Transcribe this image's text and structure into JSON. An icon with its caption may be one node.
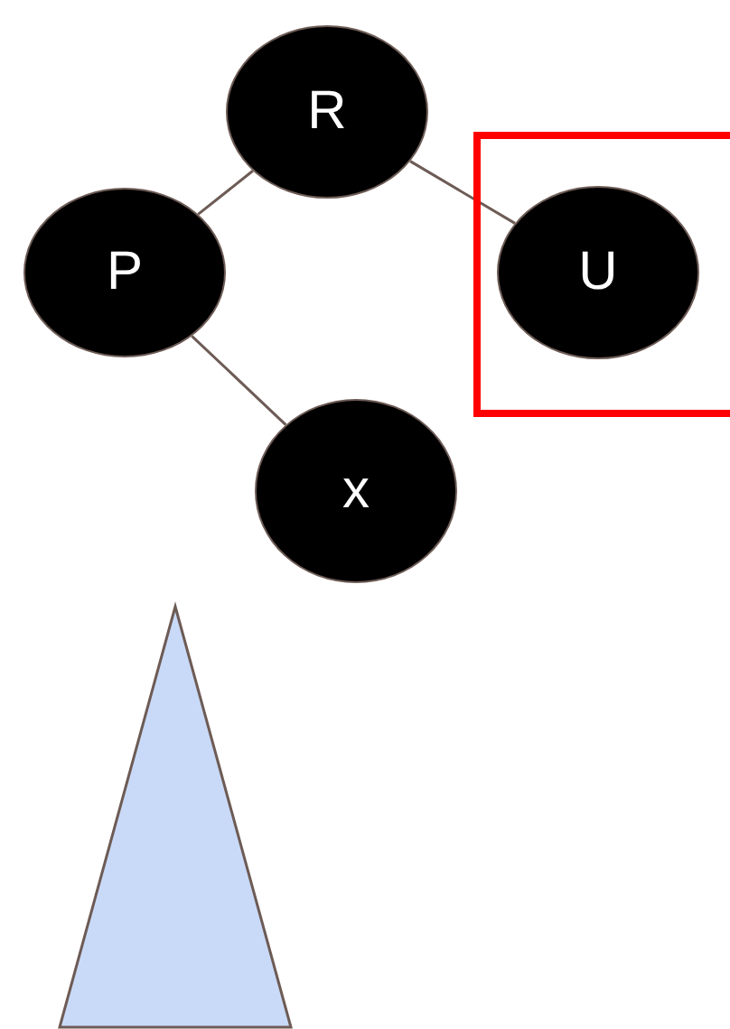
{
  "diagram": {
    "nodes": [
      {
        "text": [
          "R"
        ]
      },
      {
        "text": [
          "P"
        ]
      },
      {
        "text": [],
        "shape": "box"
      },
      {
        "text": [
          "U"
        ],
        "in": 2
      },
      {
        "text": [
          "x"
        ]
      },
      {
        "text": [],
        "shape": "triangle"
      }
    ],
    "edges": [
      {
        "from": 0,
        "to": 1,
        "arrow": "none"
      },
      {
        "from": 0,
        "to": 3,
        "arrow": "none"
      },
      {
        "from": 1,
        "to": 4,
        "arrow": "none"
      }
    ]
  }
}
